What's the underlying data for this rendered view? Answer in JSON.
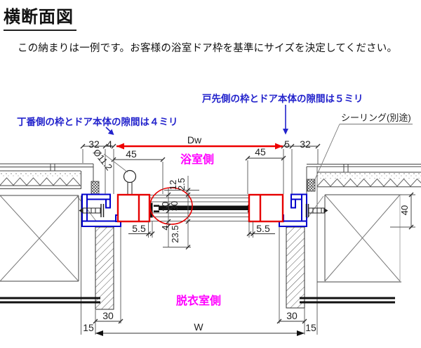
{
  "title": "横断面図",
  "note": "この納まりは一例です。お客様の浴室ドア枠を基準にサイズを決定してください。",
  "annotations": {
    "hinge_side_gap": "丁番側の枠とドア本体の隙間は４ミリ",
    "latch_side_gap": "戸先側の枠とドア本体の隙間は５ミリ",
    "sealing": "シーリング(別途)"
  },
  "room_labels": {
    "bath_side": "浴室側",
    "dressing_side": "脱衣室側"
  },
  "dimensions": {
    "top_left_outer": "32",
    "top_left_gap": "4",
    "door_width_symbol": "Dw",
    "top_right_gap": "5",
    "top_right_outer": "32",
    "left_inner_45": "45",
    "right_inner_45": "45",
    "hinge_diameter": "Ø11.2",
    "stack_2_5": "2.5",
    "stack_12": "12",
    "stack_10": "10",
    "stack_30": "30",
    "stack_4": "4",
    "stack_23_5": "23.5",
    "left_gap_5_5": "5.5",
    "right_gap_5_5": "5.5",
    "wall_depth_40": "40",
    "casing_left_30": "30",
    "casing_right_30": "30",
    "margin_left_15": "15",
    "margin_right_15": "15",
    "opening_width_symbol": "W"
  },
  "colors": {
    "dimension_red": "#ee0000",
    "frame_blue": "#0000cc",
    "annotation_blue": "#2323cc",
    "room_label_magenta": "#ff00ff"
  }
}
